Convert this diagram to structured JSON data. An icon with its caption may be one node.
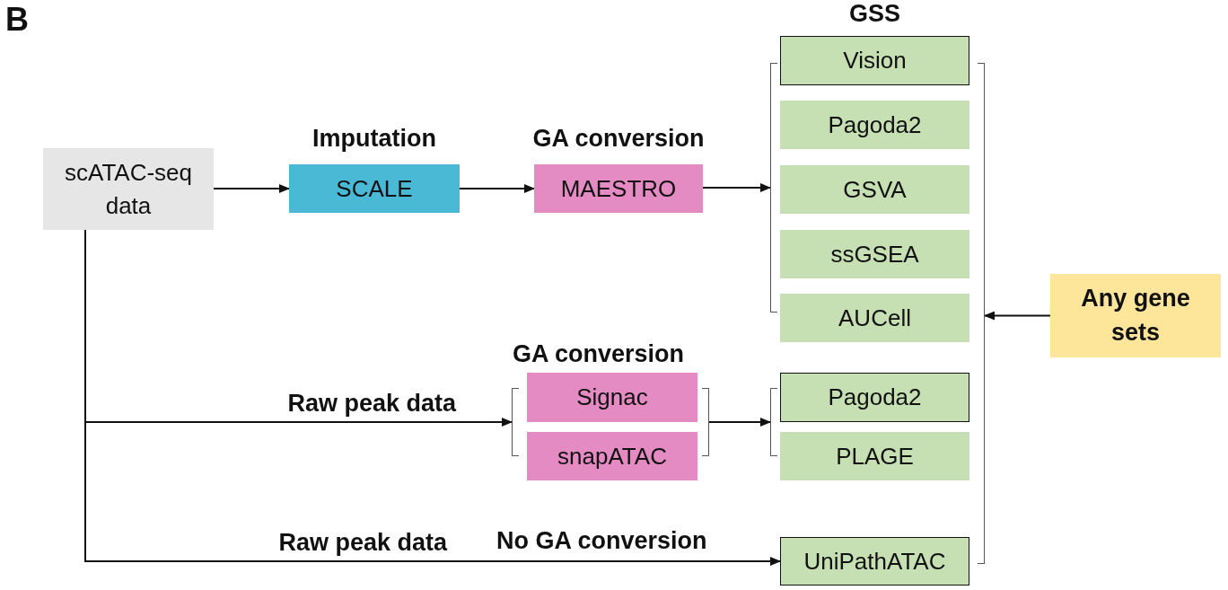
{
  "diagram": {
    "nodes": [
      {
        "text": [
          "scATAC-seq data"
        ]
      },
      {
        "text": [
          "Imputation",
          "SCALE"
        ]
      },
      {
        "text": [
          "GA conversion",
          "MAESTRO"
        ]
      },
      {
        "text": [
          "Vision"
        ],
        "beside": [
          "GSS"
        ]
      },
      {
        "text": [
          "Pagoda2"
        ]
      },
      {
        "text": [
          "GSVA"
        ]
      },
      {
        "text": [
          "ssGSEA"
        ]
      },
      {
        "text": [
          "AUCell"
        ]
      },
      {
        "text": [
          "Any gene sets"
        ]
      },
      {
        "text": [
          "Signac"
        ]
      },
      {
        "text": [
          "snapATAC"
        ]
      },
      {
        "text": [
          "Pagoda2"
        ]
      },
      {
        "text": [
          "PLAGE"
        ]
      },
      {
        "text": [
          "UniPathATAC"
        ]
      },
      {
        "text": [],
        "shape": "bracket"
      },
      {
        "text": [],
        "shape": "bracket"
      },
      {
        "text": [],
        "shape": "bracket"
      },
      {
        "text": [],
        "shape": "bracket"
      },
      {
        "text": [],
        "shape": "bracket"
      }
    ],
    "edges": [
      {
        "from": 0,
        "to": 1,
        "arrow": "to"
      },
      {
        "from": 1,
        "to": 2,
        "arrow": "to"
      },
      {
        "from": 2,
        "to": 14,
        "arrow": "to"
      },
      {
        "from": 0,
        "to": 16,
        "arrow": "to",
        "label": "Raw peak data"
      },
      {
        "from": 17,
        "to": 18,
        "arrow": "to"
      },
      {
        "from": 0,
        "to": 13,
        "arrow": "to",
        "label": "Raw peak data"
      },
      {
        "from": 8,
        "to": 15,
        "arrow": "to"
      }
    ],
    "labels": [
      "B",
      "GA conversion",
      "No GA conversion"
    ]
  }
}
